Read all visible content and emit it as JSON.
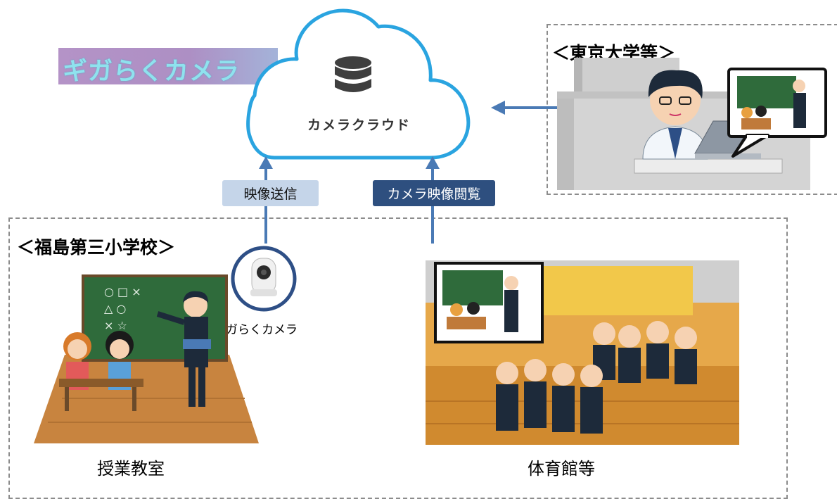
{
  "logo": {
    "text": "ギガらくカメラ"
  },
  "cloud": {
    "label": "カメラクラウド",
    "icon": "database-icon"
  },
  "tokyo": {
    "title": "＜東京大学等＞"
  },
  "school": {
    "title": "＜福島第三小学校＞"
  },
  "labels": {
    "video_send": "映像送信",
    "camera_view": "カメラ映像閲覧",
    "camera_name": "ギガらくカメラ"
  },
  "captions": {
    "classroom": "授業教室",
    "gym": "体育館等"
  },
  "colors": {
    "arrow": "#4a7ab5",
    "cloud_outline": "#2aa4e0",
    "label_light_bg": "#c5d5e9",
    "label_dark_bg": "#2e4f7f",
    "camera_ring": "#2e4f86",
    "dash": "#8c8c8c"
  }
}
